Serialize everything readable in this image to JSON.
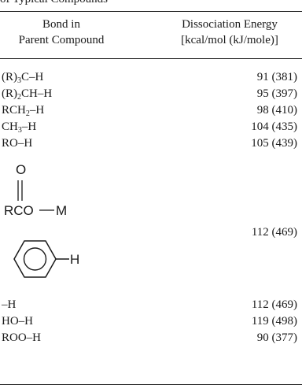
{
  "caption": "of Typical Compounds",
  "header": {
    "col1_line1": "Bond in",
    "col1_line2": "Parent Compound",
    "col2_line1": "Dissociation Energy",
    "col2_line2": "[kcal/mol (kJ/mole)]"
  },
  "rows": [
    {
      "bond_a": "(R)",
      "bond_sub": "3",
      "bond_b": "C–H",
      "energy": "91 (381)"
    },
    {
      "bond_a": "(R)",
      "bond_sub": "2",
      "bond_b": "CH–H",
      "energy": "95 (397)"
    },
    {
      "bond_a": "RCH",
      "bond_sub": "2",
      "bond_b": "–H",
      "energy": "98 (410)"
    },
    {
      "bond_a": "CH",
      "bond_sub": "3",
      "bond_b": "–H",
      "energy": "104 (435)"
    },
    {
      "bond_a": "RO–H",
      "bond_sub": "",
      "bond_b": "",
      "energy": "105 (439)"
    }
  ],
  "carboxyl": {
    "o_label": "O",
    "chain_label": "RCO",
    "metal_label": "M",
    "energy": "112 (469)"
  },
  "phenyl": {
    "h_label": "H"
  },
  "rows_after": [
    {
      "bond": "–H",
      "energy": "112 (469)"
    },
    {
      "bond": "HO–H",
      "energy": "119 (498)"
    },
    {
      "bond": "ROO–H",
      "energy": "90 (377)"
    }
  ]
}
